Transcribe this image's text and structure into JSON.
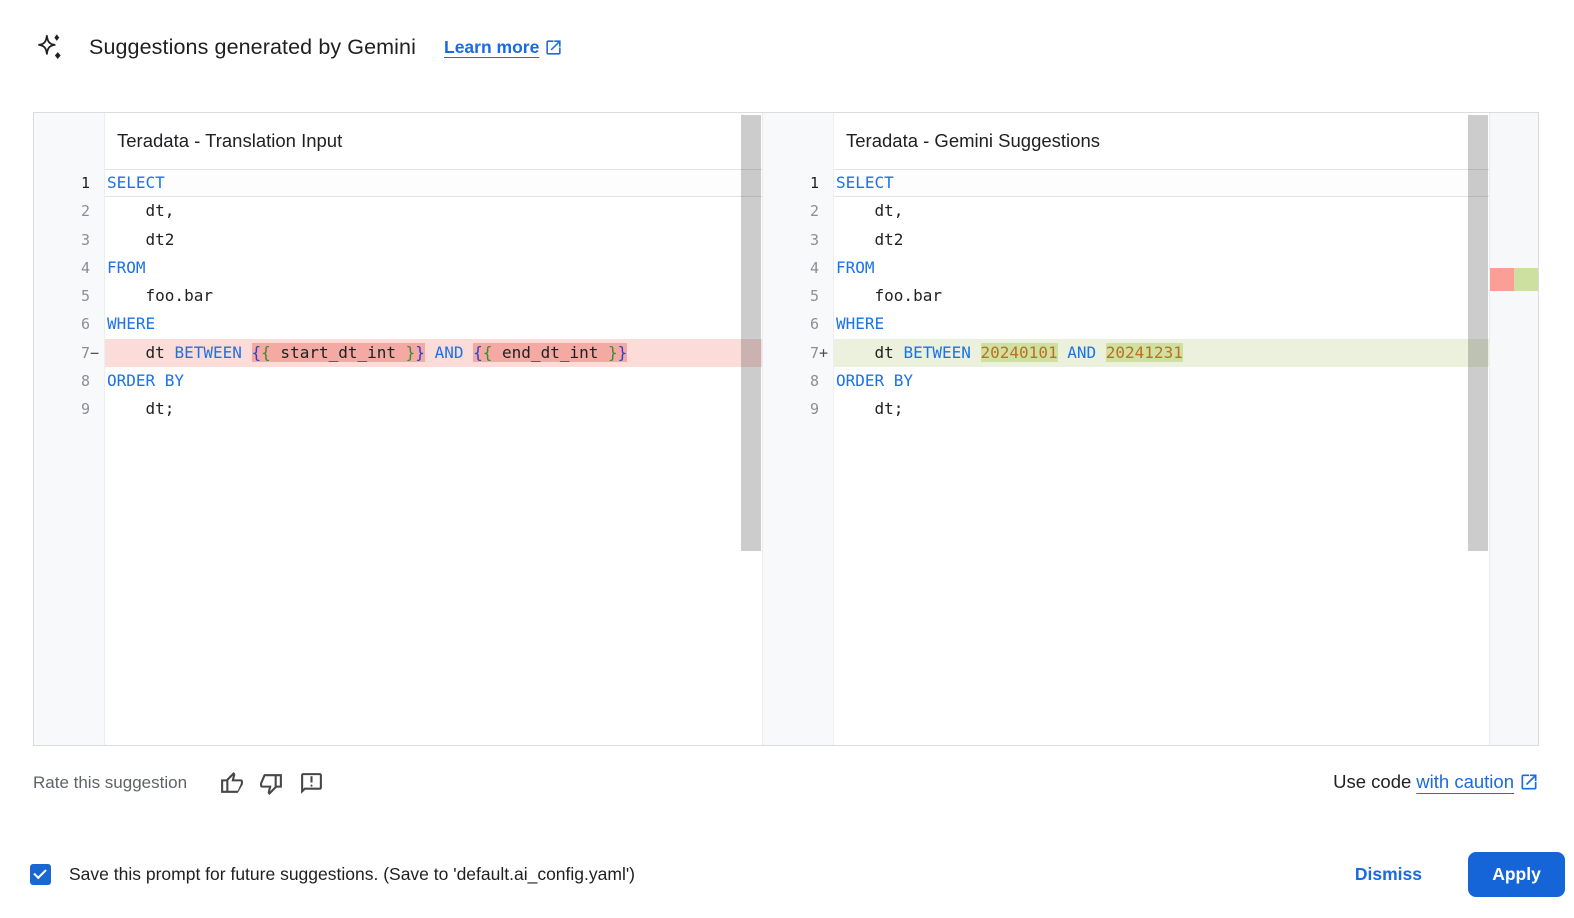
{
  "header": {
    "icon": "gemini-sparkle-icon",
    "title": "Suggestions generated by Gemini",
    "learn_more_label": "Learn more"
  },
  "editors": [
    {
      "title": "Teradata - Translation Input",
      "lines": [
        {
          "num": "1",
          "sign": "",
          "state": "current",
          "tokens": [
            {
              "c": "kw",
              "s": "SELECT"
            }
          ]
        },
        {
          "num": "2",
          "sign": "",
          "tokens": [
            {
              "c": "pl",
              "s": "    dt,"
            }
          ]
        },
        {
          "num": "3",
          "sign": "",
          "tokens": [
            {
              "c": "pl",
              "s": "    dt2"
            }
          ]
        },
        {
          "num": "4",
          "sign": "",
          "tokens": [
            {
              "c": "kw",
              "s": "FROM"
            }
          ]
        },
        {
          "num": "5",
          "sign": "",
          "tokens": [
            {
              "c": "pl",
              "s": "    foo.bar"
            }
          ]
        },
        {
          "num": "6",
          "sign": "",
          "tokens": [
            {
              "c": "kw",
              "s": "WHERE"
            }
          ]
        },
        {
          "num": "7",
          "sign": "−",
          "state": "removed",
          "tokens": [
            {
              "c": "pl",
              "s": "    dt "
            },
            {
              "c": "kw",
              "s": "BETWEEN"
            },
            {
              "c": "pl",
              "s": " "
            },
            {
              "c": "bb",
              "s": "{",
              "h": true
            },
            {
              "c": "gb",
              "s": "{",
              "h": true
            },
            {
              "c": "pl",
              "s": " start_dt_int ",
              "h": true
            },
            {
              "c": "gb",
              "s": "}",
              "h": true
            },
            {
              "c": "bb",
              "s": "}",
              "h": true
            },
            {
              "c": "pl",
              "s": " "
            },
            {
              "c": "kw",
              "s": "AND"
            },
            {
              "c": "pl",
              "s": " "
            },
            {
              "c": "bb",
              "s": "{",
              "h": true
            },
            {
              "c": "gb",
              "s": "{",
              "h": true
            },
            {
              "c": "pl",
              "s": " end_dt_int ",
              "h": true
            },
            {
              "c": "gb",
              "s": "}",
              "h": true
            },
            {
              "c": "bb",
              "s": "}",
              "h": true
            }
          ]
        },
        {
          "num": "8",
          "sign": "",
          "tokens": [
            {
              "c": "kw",
              "s": "ORDER BY"
            }
          ]
        },
        {
          "num": "9",
          "sign": "",
          "tokens": [
            {
              "c": "pl",
              "s": "    dt;"
            }
          ]
        }
      ]
    },
    {
      "title": "Teradata - Gemini Suggestions",
      "has_overview_ruler": true,
      "lines": [
        {
          "num": "1",
          "sign": "",
          "state": "current",
          "tokens": [
            {
              "c": "kw",
              "s": "SELECT"
            }
          ]
        },
        {
          "num": "2",
          "sign": "",
          "tokens": [
            {
              "c": "pl",
              "s": "    dt,"
            }
          ]
        },
        {
          "num": "3",
          "sign": "",
          "tokens": [
            {
              "c": "pl",
              "s": "    dt2"
            }
          ]
        },
        {
          "num": "4",
          "sign": "",
          "tokens": [
            {
              "c": "kw",
              "s": "FROM"
            }
          ]
        },
        {
          "num": "5",
          "sign": "",
          "tokens": [
            {
              "c": "pl",
              "s": "    foo.bar"
            }
          ]
        },
        {
          "num": "6",
          "sign": "",
          "tokens": [
            {
              "c": "kw",
              "s": "WHERE"
            }
          ]
        },
        {
          "num": "7",
          "sign": "+",
          "state": "added",
          "tokens": [
            {
              "c": "pl",
              "s": "    dt "
            },
            {
              "c": "kw",
              "s": "BETWEEN"
            },
            {
              "c": "pl",
              "s": " "
            },
            {
              "c": "num",
              "s": "20240101",
              "h": true
            },
            {
              "c": "pl",
              "s": " "
            },
            {
              "c": "kw",
              "s": "AND"
            },
            {
              "c": "pl",
              "s": " "
            },
            {
              "c": "num",
              "s": "20241231",
              "h": true
            }
          ]
        },
        {
          "num": "8",
          "sign": "",
          "tokens": [
            {
              "c": "kw",
              "s": "ORDER BY"
            }
          ]
        },
        {
          "num": "9",
          "sign": "",
          "tokens": [
            {
              "c": "pl",
              "s": "    dt;"
            }
          ]
        }
      ]
    }
  ],
  "rate": {
    "label": "Rate this suggestion",
    "icons": [
      "thumb-up-icon",
      "thumb-down-icon",
      "feedback-icon"
    ]
  },
  "use_code": {
    "prefix": "Use code",
    "link_label": "with caution",
    "icon": "external-link-icon"
  },
  "footer": {
    "checkbox_checked": true,
    "save_label": "Save this prompt for future suggestions. (Save to 'default.ai_config.yaml')",
    "dismiss_label": "Dismiss",
    "apply_label": "Apply"
  },
  "colors": {
    "accent_blue": "#1a6be0",
    "apply_button": "#1565d8",
    "keyword": "#1a73e8",
    "number_literal": "#b5731f",
    "brace_outer": "#2a3fd4",
    "brace_inner": "#3a8a3a",
    "removed_line_bg": "#fbdcd8",
    "removed_word_bg": "#f4a9a3",
    "added_line_bg": "#ebf1dc",
    "added_word_bg": "#cfe0a2",
    "gutter_bg": "#f8f9fa",
    "ruler_red": "#fa9e96",
    "ruler_green": "#cde0a0"
  }
}
